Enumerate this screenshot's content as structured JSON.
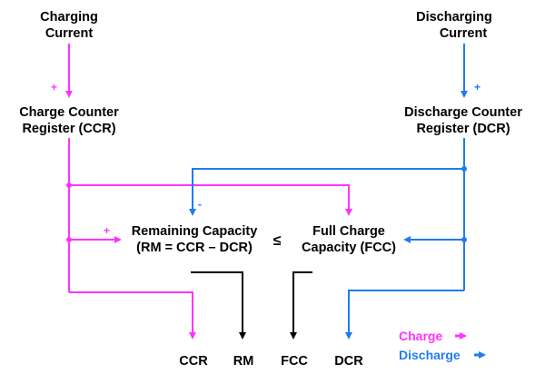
{
  "colors": {
    "charge": "#ff33ff",
    "discharge": "#1f7cf0",
    "neutral": "#000000",
    "background": "#ffffff"
  },
  "inputs": {
    "charging_line1": "Charging",
    "charging_line2": "Current",
    "discharging_line1": "Discharging",
    "discharging_line2": "Current"
  },
  "registers": {
    "ccr_line1": "Charge Counter",
    "ccr_line2": "Register (CCR)",
    "dcr_line1": "Discharge Counter",
    "dcr_line2": "Register (DCR)"
  },
  "blocks": {
    "rm_line1": "Remaining Capacity",
    "rm_line2": "(RM = CCR – DCR)",
    "fcc_line1": "Full Charge",
    "fcc_line2": "Capacity (FCC)",
    "comparator": "≤"
  },
  "signs": {
    "charge_in_plus": "+",
    "discharge_in_plus": "+",
    "rm_minus": "-",
    "rm_plus": "+"
  },
  "outputs": [
    "CCR",
    "RM",
    "FCC",
    "DCR"
  ],
  "legend": {
    "charge": "Charge",
    "discharge": "Discharge"
  }
}
